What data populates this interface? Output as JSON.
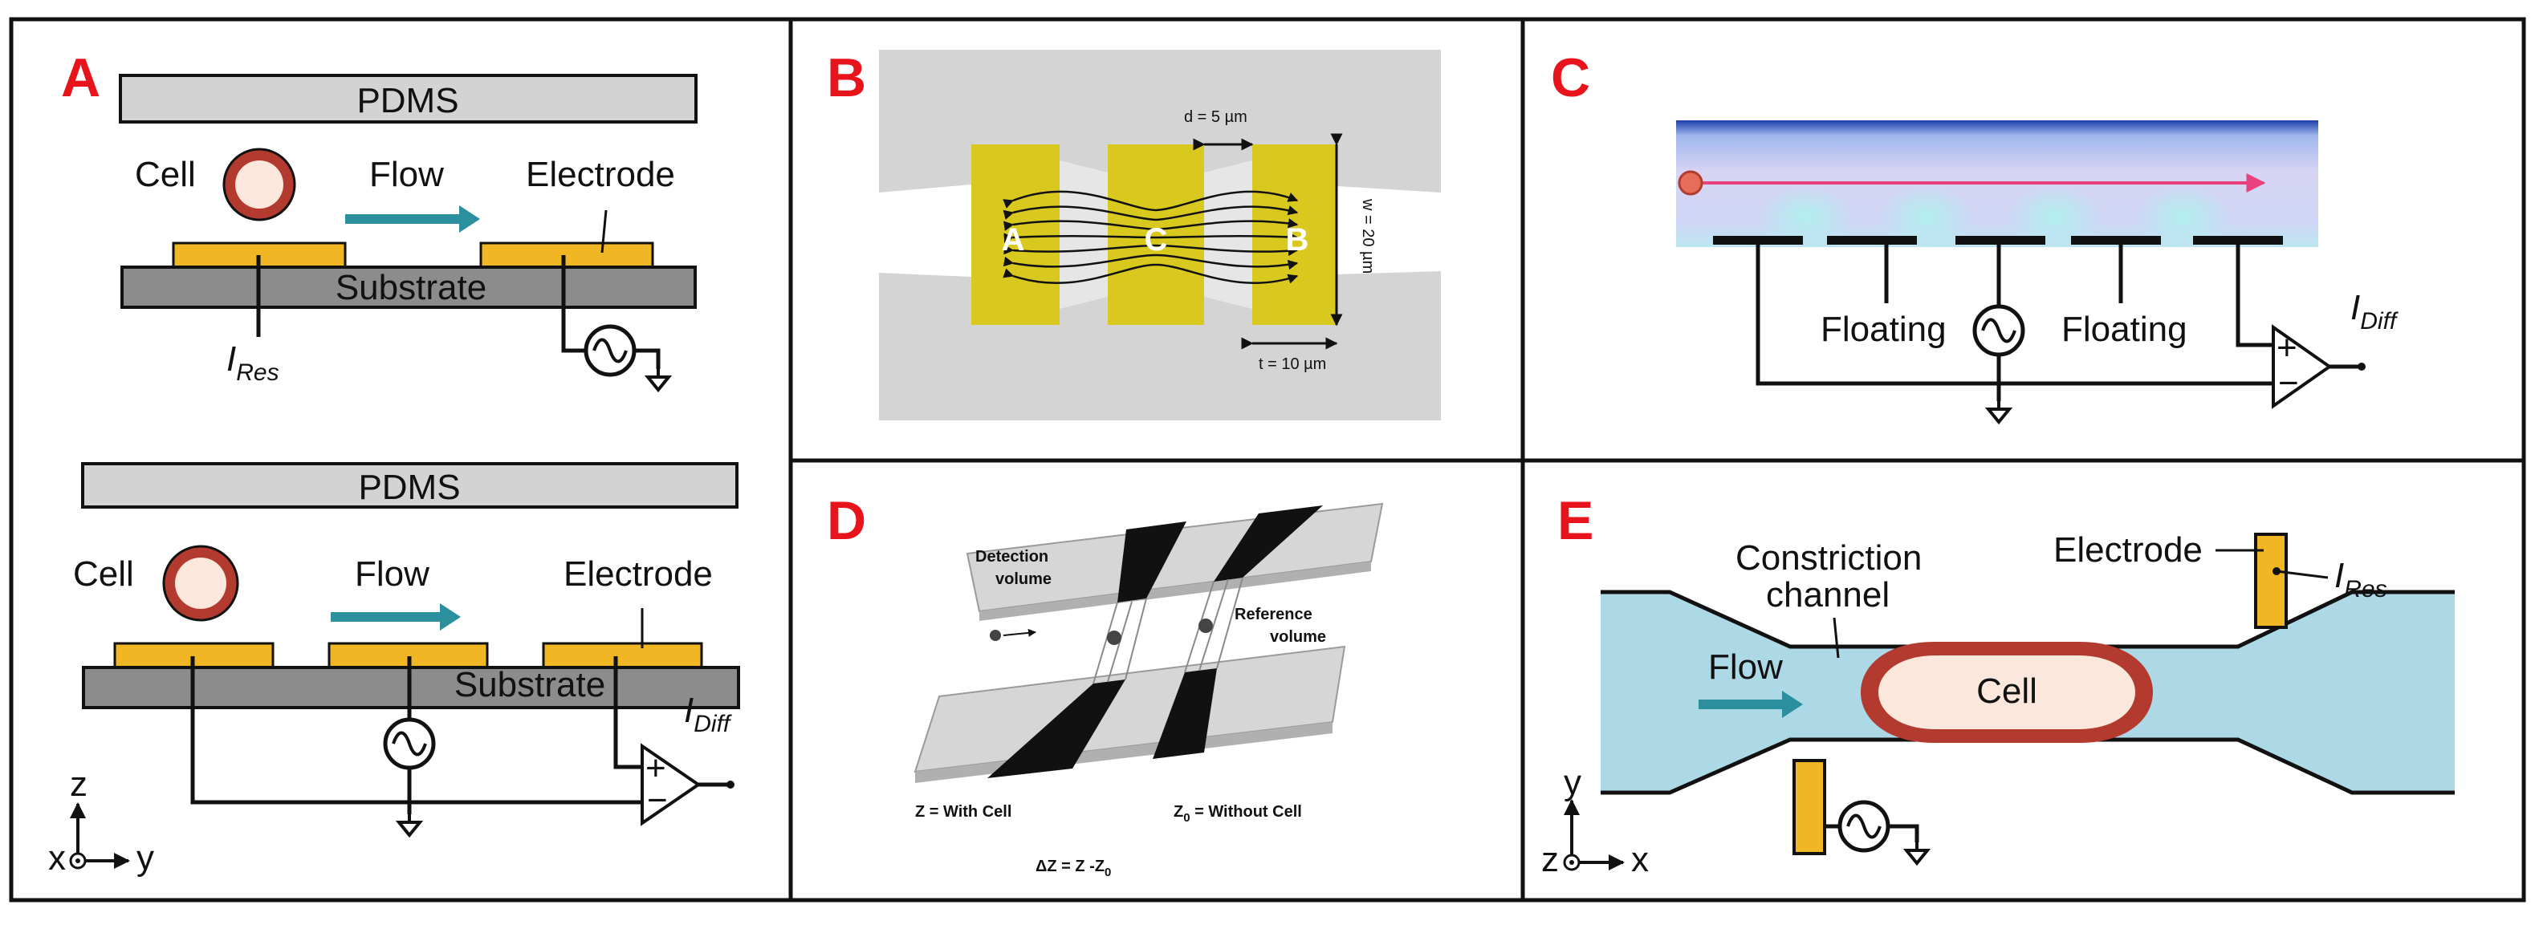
{
  "colors": {
    "panel_letter": "#e8141b",
    "pdms": "#d3d3d3",
    "substrate": "#8c8c8c",
    "electrode": "#f1b623",
    "flow_arrow": "#2c8f9e",
    "cell_ring": "#b23a2e",
    "cell_fill": "#fbe7dc",
    "channel": "#add8e6",
    "electrode_b": "#d9c91e"
  },
  "panels": {
    "a": {
      "letter": "A",
      "top": {
        "pdms": "PDMS",
        "cell": "Cell",
        "flow": "Flow",
        "electrode": "Electrode",
        "substrate": "Substrate",
        "current_main": "I",
        "current_sub": "Res"
      },
      "bottom": {
        "pdms": "PDMS",
        "cell": "Cell",
        "flow": "Flow",
        "electrode": "Electrode",
        "substrate": "Substrate",
        "current_main": "I",
        "current_sub": "Diff",
        "plus": "+",
        "minus": "−"
      },
      "axes": {
        "vertical": "z",
        "horizontal": "y",
        "out": "x"
      }
    },
    "b": {
      "letter": "B",
      "electrode_labels": [
        "A",
        "C",
        "B"
      ],
      "dim_gap": "d = 5 µm",
      "dim_width": "w = 20 µm",
      "dim_thickness": "t = 10 µm"
    },
    "c": {
      "letter": "C",
      "floating_left": "Floating",
      "floating_right": "Floating",
      "current_main": "I",
      "current_sub": "Diff",
      "plus": "+",
      "minus": "−"
    },
    "d": {
      "letter": "D",
      "detection": [
        "Detection",
        "volume"
      ],
      "reference": [
        "Reference",
        "volume"
      ],
      "with_cell": "Z = With Cell",
      "without_cell_main": "Z",
      "without_cell_sub": "0",
      "without_cell_rest": " = Without Cell",
      "delta_prefix": "ΔZ =  Z -Z",
      "delta_sub": "0"
    },
    "e": {
      "letter": "E",
      "electrode": "Electrode",
      "constriction": [
        "Constriction",
        "channel"
      ],
      "flow": "Flow",
      "cell": "Cell",
      "current_main": "I",
      "current_sub": "Res",
      "axes": {
        "vertical": "y",
        "horizontal": "x",
        "out": "z"
      }
    }
  }
}
